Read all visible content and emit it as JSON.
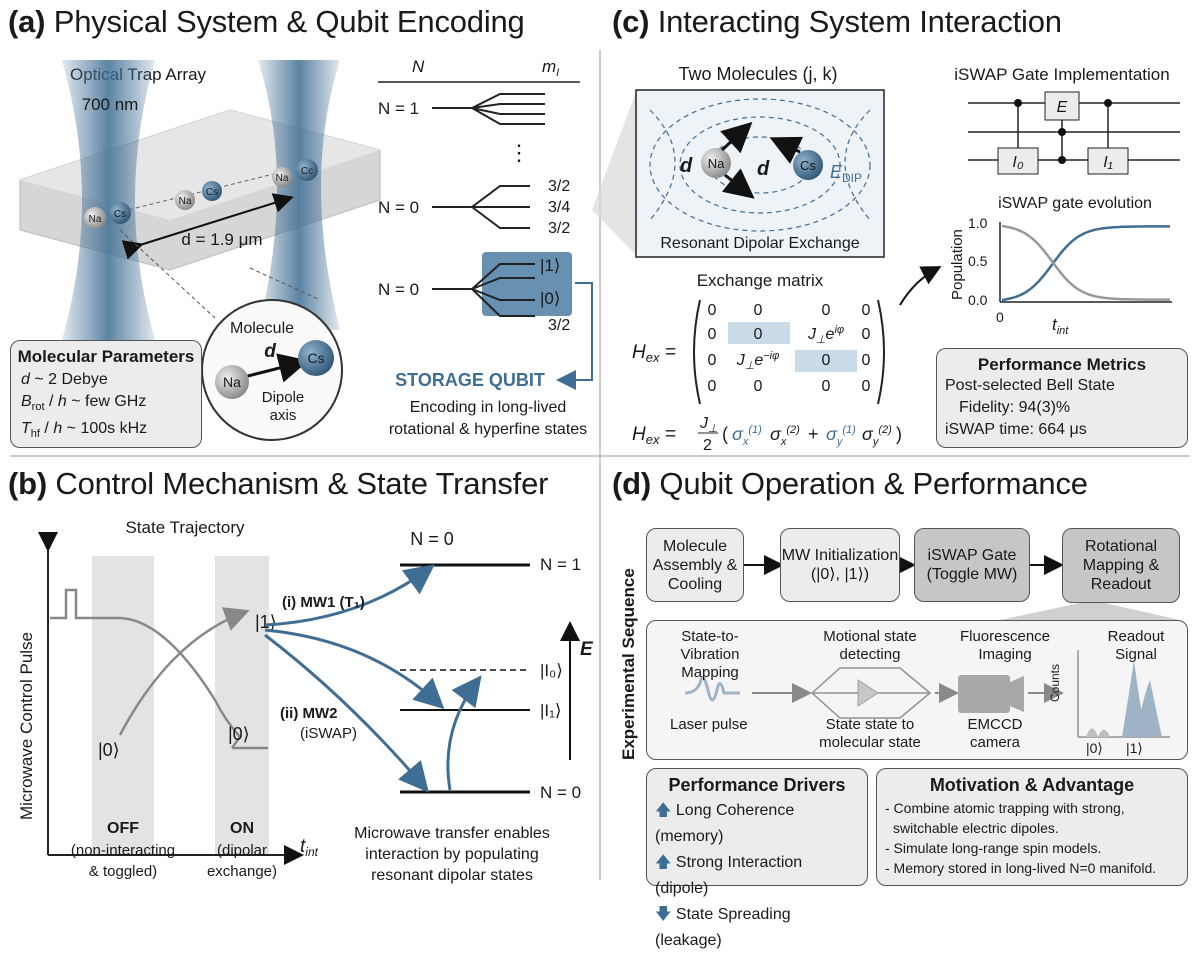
{
  "panels": {
    "a": {
      "title_letter": "(a)",
      "title_text": "Physical System & Qubit Encoding",
      "trap_label": "Optical Trap Array",
      "wavelength": "700 nm",
      "atoms": [
        "Na",
        "Cs",
        "Na",
        "Cs",
        "Na",
        "Cc"
      ],
      "distance": "d = 1.9 μm",
      "params_title": "Molecular Parameters",
      "params": [
        "d ~ 2 Debye",
        "B_rot / h ~ few GHz",
        "T_hf / h ~ 100s kHz"
      ],
      "molecule_label": "Molecule",
      "molecule_d": "d",
      "dipole_axis": "Dipole axis",
      "levels_header_n": "N",
      "levels_header_m": "m_I",
      "level_labels": [
        "N = 1",
        "N = 0",
        "N = 0"
      ],
      "mi_labels": [
        "3/2",
        "3/4",
        "3/2",
        "|1⟩",
        "|0⟩",
        "3/2"
      ],
      "dots": "⋮",
      "storage_qubit": "STORAGE QUBIT",
      "encoding_caption_1": "Encoding in long-lived",
      "encoding_caption_2": "rotational & hyperfine states"
    },
    "b": {
      "title_letter": "(b)",
      "title_text": "Control Mechanism & State Transfer",
      "trajectory_title": "State Trajectory",
      "y_axis": "Microwave Control Pulse",
      "x_axis": "t_int",
      "ket1": "|1⟩",
      "ket0a": "|0⟩",
      "ket0b": "|0⟩",
      "off_label": "OFF",
      "off_sub1": "(non-interacting",
      "off_sub2": "& toggled)",
      "on_label": "ON",
      "on_sub1": "(dipolar",
      "on_sub2": "exchange)",
      "mw1": "(i) MW1 (T₁)",
      "mw2a": "(ii) MW2",
      "mw2b": "(iSWAP)",
      "n0_top": "N = 0",
      "n1": "N = 1",
      "i0": "|I₀⟩",
      "i1": "|I₁⟩",
      "n0_bottom": "N = 0",
      "energy": "E",
      "caption_1": "Microwave transfer enables",
      "caption_2": "interaction by populating",
      "caption_3": "resonant dipolar states"
    },
    "c": {
      "title_letter": "(c)",
      "title_text": "Interacting System Interaction",
      "two_molecules": "Two Molecules (j, k)",
      "na": "Na",
      "cs": "Cs",
      "d1": "d",
      "d2": "d",
      "edip": "E_DIP",
      "resonant": "Resonant Dipolar Exchange",
      "exchange_matrix": "Exchange matrix",
      "hex": "H_ex =",
      "matrix_rows": [
        [
          "0",
          "0",
          "0",
          "0"
        ],
        [
          "0",
          "0",
          "J⊥e^{iφ}",
          "0"
        ],
        [
          "0",
          "J⊥e^{−iφ}",
          "0",
          "0"
        ],
        [
          "0",
          "0",
          "0",
          "0"
        ]
      ],
      "hex2_lhs": "H_ex =",
      "hex2_rhs": "J⊥/2 (σx(1)σx(2) + σy(1)σy(2))",
      "iswap_title": "iSWAP Gate Implementation",
      "gate_e": "E",
      "gate_i0": "I₀",
      "gate_i1": "I₁",
      "evolution_title": "iSWAP gate evolution",
      "pop_label": "Population",
      "ticks_y": [
        "1.0",
        "0.5",
        "0.0"
      ],
      "tick_x0": "0",
      "x_label": "t_int",
      "metrics_title": "Performance Metrics",
      "metrics": [
        "Post-selected Bell State",
        "Fidelity: 94(3)%",
        "iSWAP time: 664 μs"
      ]
    },
    "d": {
      "title_letter": "(d)",
      "title_text": "Qubit Operation & Performance",
      "sequence_label": "Experimental Sequence",
      "steps": [
        "Molecule Assembly & Cooling",
        "MW Initialization (|0⟩, |1⟩)",
        "iSWAP Gate (Toggle MW)",
        "Rotational Mapping & Readout"
      ],
      "readout_labels": {
        "s2v": "State-to-Vibration Mapping",
        "laser": "Laser pulse",
        "motional": "Motional state detecting",
        "state_state": "State state to molecular state",
        "fluor": "Fluorescence Imaging",
        "emccd": "EMCCD camera",
        "readout_signal": "Readout Signal",
        "counts": "Counts",
        "k0": "|0⟩",
        "k1": "|1⟩"
      },
      "drivers_title": "Performance Drivers",
      "drivers": [
        "Long Coherence (memory)",
        "Strong Interaction (dipole)",
        "State Spreading (leakage)"
      ],
      "motivation_title": "Motivation & Advantage",
      "motivation": [
        "- Combine atomic trapping with strong,",
        "switchable electric dipoles.",
        "- Simulate long-range spin models.",
        "- Memory stored in long-lived N=0 manifold."
      ]
    }
  },
  "colors": {
    "accent": "#3f6e94",
    "box_bg": "#ececec",
    "shade": "#d9d9d9"
  },
  "chart_data": {
    "type": "line",
    "title": "iSWAP gate evolution",
    "ylabel": "Population",
    "xlabel": "t_int",
    "ylim": [
      0,
      1
    ],
    "series": [
      {
        "values_shape": "rising sigmoid from 0.0 to ~0.97",
        "color": "#3f6e94"
      },
      {
        "values_shape": "falling sigmoid from 1.0 to ~0.03",
        "color": "#999999"
      }
    ]
  }
}
